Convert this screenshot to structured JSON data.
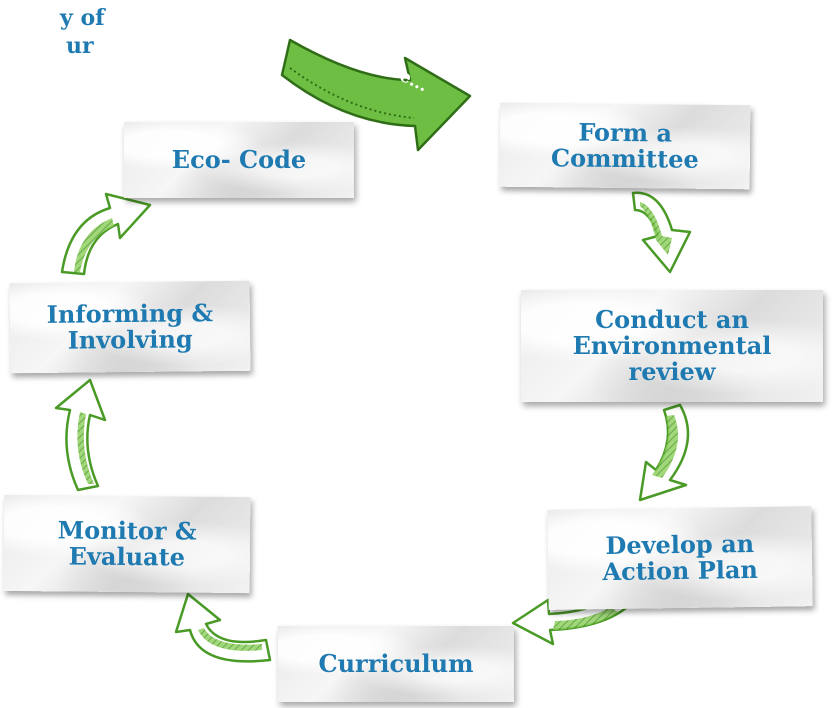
{
  "intro_text": {
    "line1": "y of",
    "line2": "ur"
  },
  "start_arrow_label": "Start Here...",
  "steps": [
    {
      "label_line1": "Form a",
      "label_line2": "Committee"
    },
    {
      "label_line1": "Conduct an",
      "label_line2": "Environmental",
      "label_line3": "review"
    },
    {
      "label_line1": "Develop an",
      "label_line2": "Action  Plan"
    },
    {
      "label_line1": "Curriculum"
    },
    {
      "label_line1": "Monitor &",
      "label_line2": "Evaluate"
    },
    {
      "label_line1": "Informing &",
      "label_line2": "Involving"
    },
    {
      "label_line1": "Eco- Code"
    }
  ],
  "colors": {
    "arrow_green": "#6fbe44",
    "arrow_dark": "#3f8a1f",
    "text_blue": "#1e7ab0"
  }
}
